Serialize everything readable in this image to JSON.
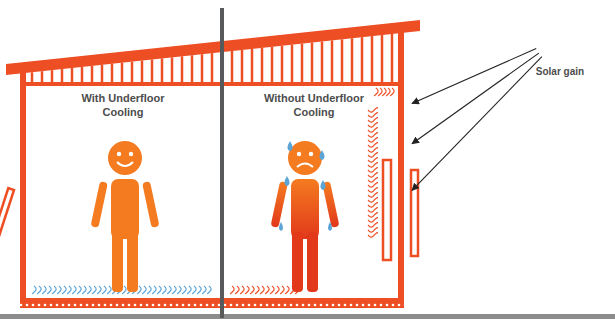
{
  "diagram": {
    "nodes": [
      {
        "text": [
          "With Underfloor Cooling"
        ]
      },
      {
        "text": [
          "Without Underfloor Cooling"
        ]
      },
      {
        "text": [
          "Solar gain"
        ]
      }
    ],
    "edges": [
      {
        "from": 2,
        "to": 1,
        "arrow": "to"
      },
      {
        "from": 2,
        "to": 1,
        "arrow": "to"
      },
      {
        "from": 2,
        "to": 1,
        "arrow": "to"
      }
    ]
  }
}
